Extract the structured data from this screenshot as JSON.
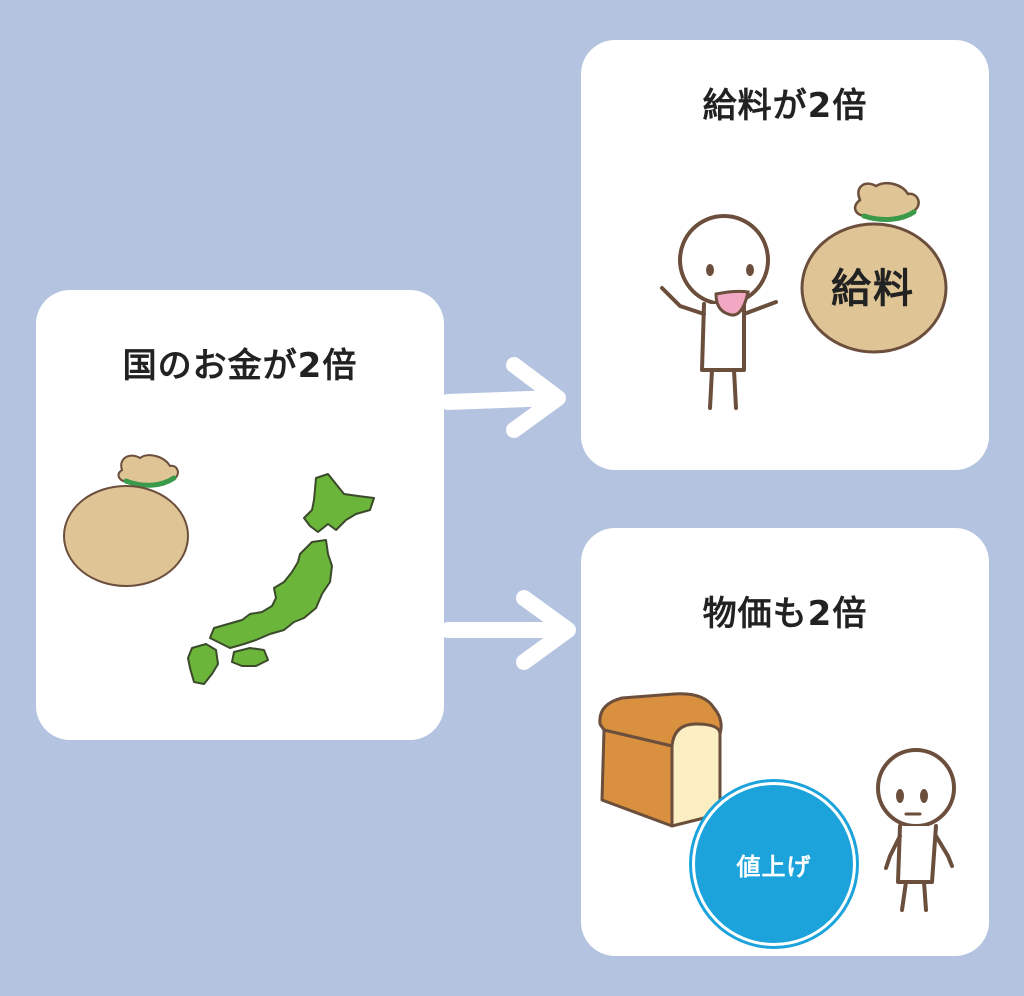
{
  "left_card": {
    "title": "国のお金が2倍"
  },
  "top_right_card": {
    "title": "給料が2倍",
    "bag_label": "給料"
  },
  "bottom_right_card": {
    "title": "物価も2倍",
    "badge_label": "値上げ"
  },
  "colors": {
    "background": "#b3c3e0",
    "bag": "#dfc596",
    "bag_tie": "#3a9a4a",
    "japan_map": "#6bb53a",
    "badge": "#1ca3db",
    "outline": "#6b4f3c",
    "arrow": "#ffffff"
  }
}
